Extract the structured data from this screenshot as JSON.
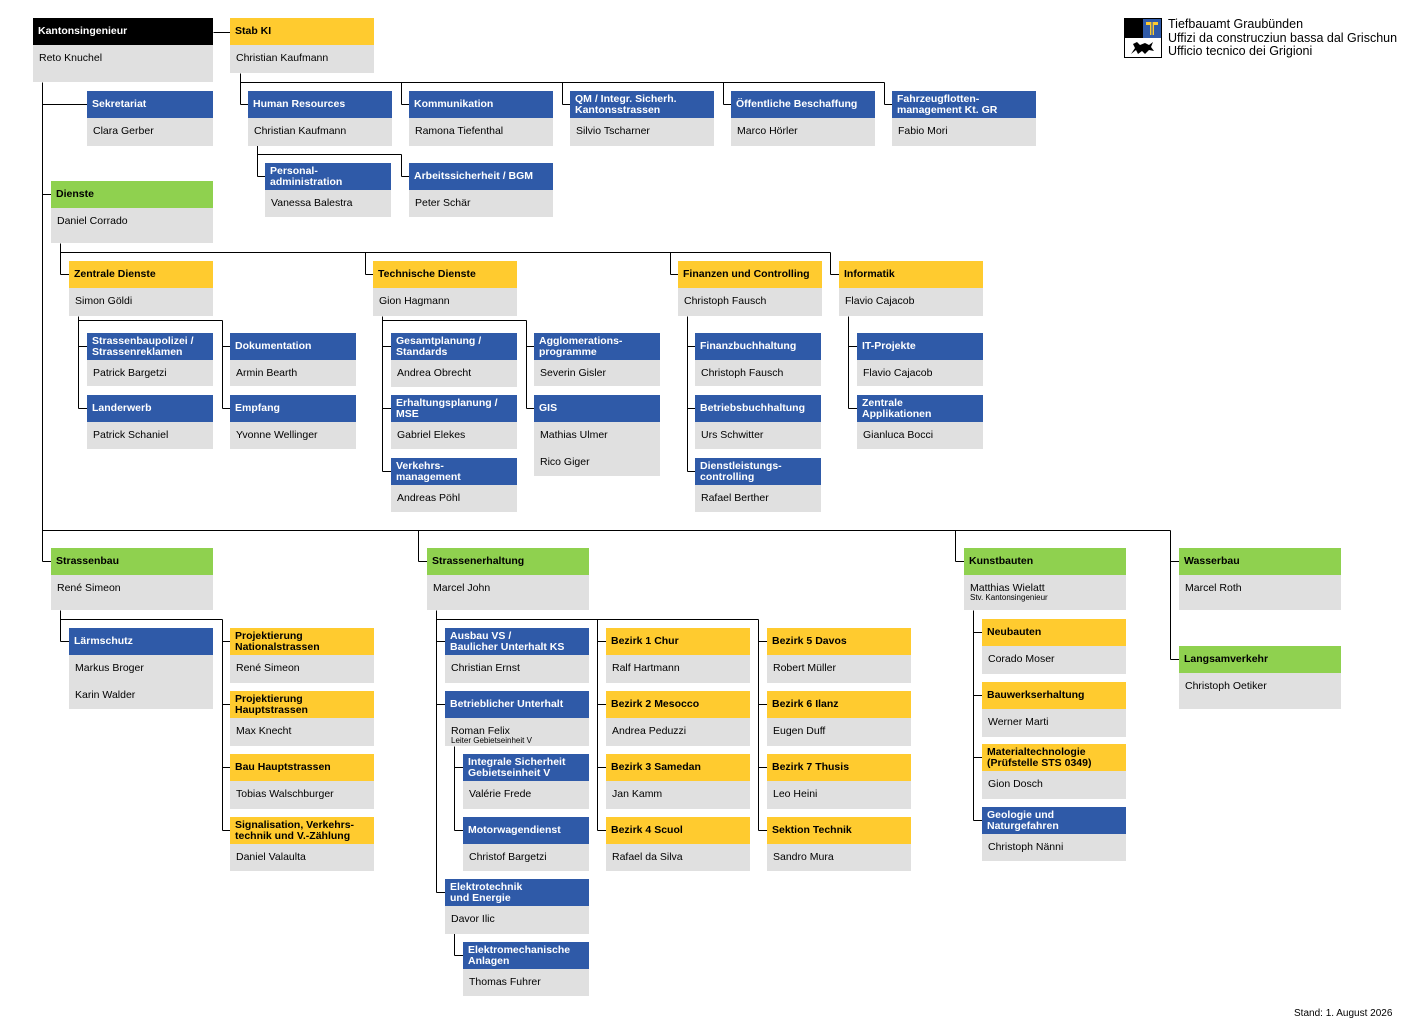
{
  "organization": {
    "name_de": "Tiefbauamt Graubünden",
    "name_rm": "Uffizi da construcziun bassa dal Grischun",
    "name_it": "Ufficio tecnico dei Grigioni",
    "logo_icon": "canton-graubuenden-coat-of-arms-icon"
  },
  "footer": {
    "stand": "Stand: 1. August 2026"
  },
  "colors": {
    "leitung": "#000000",
    "stab": "#ffcb2f",
    "abteilung": "#8fd14f",
    "bereich": "#2f5aa8",
    "person": "#e0e0e0"
  },
  "boxes": {
    "kantonsingenieur": {
      "title": "Kantonsingenieur",
      "people": [
        "Reto Knuchel"
      ]
    },
    "stab_ki": {
      "title": "Stab KI",
      "people": [
        "Christian Kaufmann"
      ]
    },
    "sekretariat": {
      "title": "Sekretariat",
      "people": [
        "Clara Gerber"
      ]
    },
    "human_resources": {
      "title": "Human Resources",
      "people": [
        "Christian Kaufmann"
      ]
    },
    "kommunikation": {
      "title": "Kommunikation",
      "people": [
        "Ramona Tiefenthal"
      ]
    },
    "qm": {
      "title": "QM / Integr. Sicherh.\nKantonsstrassen",
      "people": [
        "Silvio Tscharner"
      ]
    },
    "beschaffung": {
      "title": "Öffentliche Beschaffung",
      "people": [
        "Marco Hörler"
      ]
    },
    "fahrzeug": {
      "title": "Fahrzeugflotten-\nmanagement Kt. GR",
      "people": [
        "Fabio Mori"
      ]
    },
    "personaladmin": {
      "title": "Personal-\nadministration",
      "people": [
        "Vanessa Balestra"
      ]
    },
    "arbeitssicherheit": {
      "title": "Arbeitssicherheit / BGM",
      "people": [
        "Peter Schär"
      ]
    },
    "dienste": {
      "title": "Dienste",
      "people": [
        "Daniel Corrado"
      ]
    },
    "zentrale_dienste": {
      "title": "Zentrale Dienste",
      "people": [
        "Simon Göldi"
      ]
    },
    "technische_dienste": {
      "title": "Technische Dienste",
      "people": [
        "Gion Hagmann"
      ]
    },
    "finanzen": {
      "title": "Finanzen und Controlling",
      "people": [
        "Christoph Fausch"
      ]
    },
    "informatik": {
      "title": "Informatik",
      "people": [
        "Flavio Cajacob"
      ]
    },
    "strassenbaupolizei": {
      "title": "Strassenbaupolizei /\nStrassenreklamen",
      "people": [
        "Patrick Bargetzi"
      ]
    },
    "dokumentation": {
      "title": "Dokumentation",
      "people": [
        "Armin Bearth"
      ]
    },
    "landerwerb": {
      "title": "Landerwerb",
      "people": [
        "Patrick Schaniel"
      ]
    },
    "empfang": {
      "title": "Empfang",
      "people": [
        "Yvonne Wellinger"
      ]
    },
    "gesamtplanung": {
      "title": "Gesamtplanung /\nStandards",
      "people": [
        "Andrea Obrecht"
      ]
    },
    "agglomeration": {
      "title": "Agglomerations-\nprogramme",
      "people": [
        "Severin Gisler"
      ]
    },
    "erhaltungsplanung": {
      "title": "Erhaltungsplanung /\nMSE",
      "people": [
        "Gabriel Elekes"
      ]
    },
    "gis": {
      "title": "GIS",
      "people": [
        "Mathias Ulmer",
        "Rico Giger"
      ]
    },
    "verkehrsmanagement": {
      "title": "Verkehrs-\nmanagement",
      "people": [
        "Andreas Pöhl"
      ]
    },
    "finanzbuchhaltung": {
      "title": "Finanzbuchhaltung",
      "people": [
        "Christoph Fausch"
      ]
    },
    "betriebsbuchhaltung": {
      "title": "Betriebsbuchhaltung",
      "people": [
        "Urs Schwitter"
      ]
    },
    "dienstleistungscontrolling": {
      "title": "Dienstleistungs-\ncontrolling",
      "people": [
        "Rafael Berther"
      ]
    },
    "it_projekte": {
      "title": "IT-Projekte",
      "people": [
        "Flavio Cajacob"
      ]
    },
    "zentrale_applikationen": {
      "title": "Zentrale\nApplikationen",
      "people": [
        "Gianluca Bocci"
      ]
    },
    "strassenbau": {
      "title": "Strassenbau",
      "people": [
        "René Simeon"
      ]
    },
    "laermschutz": {
      "title": "Lärmschutz",
      "people": [
        "Markus Broger",
        "Karin Walder"
      ]
    },
    "proj_national": {
      "title": "Projektierung\nNationalstrassen",
      "people": [
        "René Simeon"
      ]
    },
    "proj_haupt": {
      "title": "Projektierung\nHauptstrassen",
      "people": [
        "Max Knecht"
      ]
    },
    "bau_haupt": {
      "title": "Bau Hauptstrassen",
      "people": [
        "Tobias Walschburger"
      ]
    },
    "signalisation": {
      "title": "Signalisation, Verkehrs-\ntechnik und V.-Zählung",
      "people": [
        "Daniel Valaulta"
      ]
    },
    "strassenerhaltung": {
      "title": "Strassenerhaltung",
      "people": [
        "Marcel John"
      ]
    },
    "ausbau_vs": {
      "title": "Ausbau VS /\nBaulicher Unterhalt KS",
      "people": [
        "Christian Ernst"
      ]
    },
    "betrieblicher_unterhalt": {
      "title": "Betrieblicher Unterhalt",
      "people": [
        "Roman Felix"
      ],
      "subtitle": "Leiter Gebietseinheit V"
    },
    "integrale_sicherheit": {
      "title": "Integrale Sicherheit\nGebietseinheit V",
      "people": [
        "Valérie Frede"
      ]
    },
    "motorwagendienst": {
      "title": "Motorwagendienst",
      "people": [
        "Christof Bargetzi"
      ]
    },
    "elektrotechnik": {
      "title": "Elektrotechnik\nund Energie",
      "people": [
        "Davor Ilic"
      ]
    },
    "elektromechanische": {
      "title": "Elektromechanische\nAnlagen",
      "people": [
        "Thomas Fuhrer"
      ]
    },
    "bezirk1": {
      "title": "Bezirk 1 Chur",
      "people": [
        "Ralf Hartmann"
      ]
    },
    "bezirk2": {
      "title": "Bezirk 2 Mesocco",
      "people": [
        "Andrea Peduzzi"
      ]
    },
    "bezirk3": {
      "title": "Bezirk 3 Samedan",
      "people": [
        "Jan Kamm"
      ]
    },
    "bezirk4": {
      "title": "Bezirk 4 Scuol",
      "people": [
        "Rafael da Silva"
      ]
    },
    "bezirk5": {
      "title": "Bezirk 5 Davos",
      "people": [
        "Robert Müller"
      ]
    },
    "bezirk6": {
      "title": "Bezirk 6 Ilanz",
      "people": [
        "Eugen Duff"
      ]
    },
    "bezirk7": {
      "title": "Bezirk 7 Thusis",
      "people": [
        "Leo Heini"
      ]
    },
    "sektion_technik": {
      "title": "Sektion Technik",
      "people": [
        "Sandro Mura"
      ]
    },
    "kunstbauten": {
      "title": "Kunstbauten",
      "people": [
        "Matthias Wielatt"
      ],
      "subtitle": "Stv. Kantonsingenieur"
    },
    "neubauten": {
      "title": "Neubauten",
      "people": [
        "Corado Moser"
      ]
    },
    "bauwerkserhaltung": {
      "title": "Bauwerkserhaltung",
      "people": [
        "Werner Marti"
      ]
    },
    "materialtechnologie": {
      "title": "Materialtechnologie\n(Prüfstelle STS 0349)",
      "people": [
        "Gion Dosch"
      ]
    },
    "geologie": {
      "title": "Geologie und\nNaturgefahren",
      "people": [
        "Christoph Nänni"
      ]
    },
    "wasserbau": {
      "title": "Wasserbau",
      "people": [
        "Marcel Roth"
      ]
    },
    "langsamverkehr": {
      "title": "Langsamverkehr",
      "people": [
        "Christoph Oetiker"
      ]
    }
  }
}
